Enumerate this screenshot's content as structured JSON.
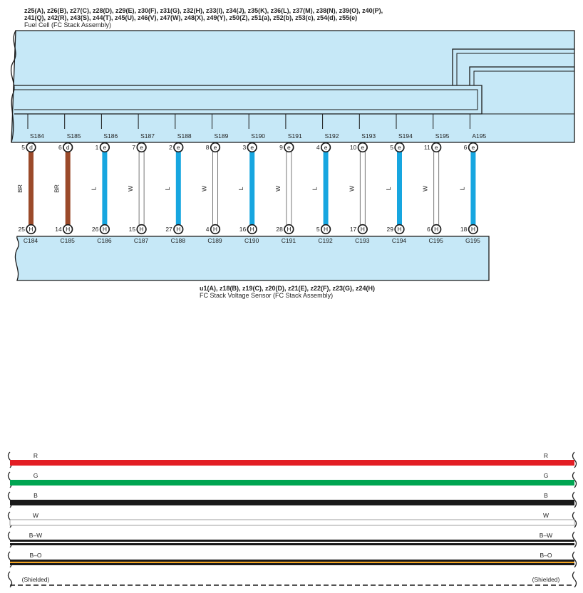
{
  "top_component": {
    "codes_line1": "z25(A), z26(B), z27(C), z28(D), z29(E), z30(F), z31(G), z32(H), z33(I), z34(J), z35(K), z36(L), z37(M), z38(N), z39(O), z40(P),",
    "codes_line2": "z41(Q), z42(R), z43(S), z44(T), z45(U), z46(V), z47(W), z48(X), z49(Y), z50(Z), z51(a), z52(b), z53(c), z54(d), z55(e)",
    "name": "Fuel Cell (FC Stack Assembly)"
  },
  "bottom_component": {
    "codes": "u1(A), z18(B), z19(C), z20(D), z21(E), z22(F), z23(G), z24(H)",
    "name": "FC Stack Voltage Sensor (FC Stack Assembly)"
  },
  "colors": {
    "connector_fill": "#c6e8f7",
    "BR": "#9b4a2a",
    "L": "#17a6e0",
    "W": "#ffffff",
    "R": "#e31e24",
    "G": "#00a551",
    "B": "#1a1a1a",
    "O": "#f5a623"
  },
  "circuits": [
    {
      "top_label": "S184",
      "top_pin": "5",
      "top_conn": "d",
      "wire": "BR",
      "bottom_pin": "25",
      "bottom_conn": "H",
      "bottom_label": "C184"
    },
    {
      "top_label": "S185",
      "top_pin": "6",
      "top_conn": "d",
      "wire": "BR",
      "bottom_pin": "14",
      "bottom_conn": "H",
      "bottom_label": "C185"
    },
    {
      "top_label": "S186",
      "top_pin": "1",
      "top_conn": "e",
      "wire": "L",
      "bottom_pin": "26",
      "bottom_conn": "H",
      "bottom_label": "C186"
    },
    {
      "top_label": "S187",
      "top_pin": "7",
      "top_conn": "e",
      "wire": "W",
      "bottom_pin": "15",
      "bottom_conn": "H",
      "bottom_label": "C187"
    },
    {
      "top_label": "S188",
      "top_pin": "2",
      "top_conn": "e",
      "wire": "L",
      "bottom_pin": "27",
      "bottom_conn": "H",
      "bottom_label": "C188"
    },
    {
      "top_label": "S189",
      "top_pin": "8",
      "top_conn": "e",
      "wire": "W",
      "bottom_pin": "4",
      "bottom_conn": "H",
      "bottom_label": "C189"
    },
    {
      "top_label": "S190",
      "top_pin": "3",
      "top_conn": "e",
      "wire": "L",
      "bottom_pin": "16",
      "bottom_conn": "H",
      "bottom_label": "C190"
    },
    {
      "top_label": "S191",
      "top_pin": "9",
      "top_conn": "e",
      "wire": "W",
      "bottom_pin": "28",
      "bottom_conn": "H",
      "bottom_label": "C191"
    },
    {
      "top_label": "S192",
      "top_pin": "4",
      "top_conn": "e",
      "wire": "L",
      "bottom_pin": "5",
      "bottom_conn": "H",
      "bottom_label": "C192"
    },
    {
      "top_label": "S193",
      "top_pin": "10",
      "top_conn": "e",
      "wire": "W",
      "bottom_pin": "17",
      "bottom_conn": "H",
      "bottom_label": "C193"
    },
    {
      "top_label": "S194",
      "top_pin": "5",
      "top_conn": "e",
      "wire": "L",
      "bottom_pin": "29",
      "bottom_conn": "H",
      "bottom_label": "C194"
    },
    {
      "top_label": "S195",
      "top_pin": "11",
      "top_conn": "e",
      "wire": "W",
      "bottom_pin": "6",
      "bottom_conn": "H",
      "bottom_label": "C195"
    },
    {
      "top_label": "A195",
      "top_pin": "6",
      "top_conn": "e",
      "wire": "L",
      "bottom_pin": "18",
      "bottom_conn": "H",
      "bottom_label": "G195"
    }
  ],
  "legend": [
    {
      "label": "R",
      "color": "#e31e24"
    },
    {
      "label": "G",
      "color": "#00a551"
    },
    {
      "label": "B",
      "color": "#1a1a1a"
    },
    {
      "label": "W",
      "color": "#ffffff"
    },
    {
      "label": "B–W",
      "color": "#1a1a1a",
      "stripe": "#ffffff"
    },
    {
      "label": "B–O",
      "color": "#1a1a1a",
      "stripe": "#f5a623"
    },
    {
      "label": "(Shielded)",
      "color": "#1a1a1a",
      "dashed": true
    }
  ]
}
